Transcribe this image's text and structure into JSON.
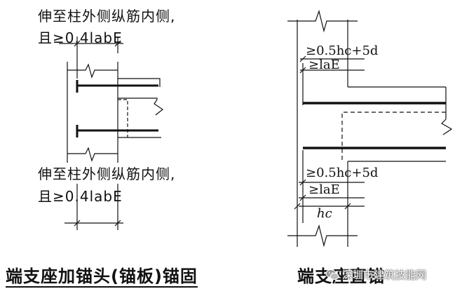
{
  "left": {
    "note_top_line1": "伸至柱外侧纵筋内侧,",
    "note_top_line2": "且≥0.4labE",
    "note_bottom_line1": "伸至柱外侧纵筋内侧,",
    "note_bottom_line2": "且≥0.4labE",
    "caption": "端支座加锚头(锚板)锚固"
  },
  "right": {
    "dim_top_1": "≥0.5hc+5d",
    "dim_top_2": "≥laE",
    "dim_mid_1": "≥0.5hc+5d",
    "dim_mid_2": "≥laE",
    "dim_bottom": "hc",
    "caption": "端支座直锚"
  },
  "watermark": {
    "text": "深圳市建筑技能网",
    "icon": "wechat-logo-icon"
  }
}
